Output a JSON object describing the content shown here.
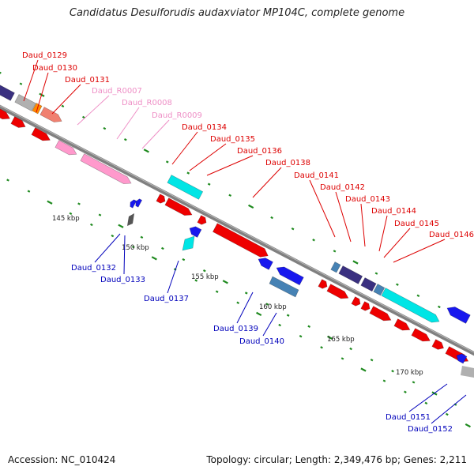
{
  "title": "Candidatus Desulforudis audaxviator MP104C, complete genome",
  "footer": {
    "accession": "Accession: NC_010424",
    "topology": "Topology: circular; Length: 2,349,476 bp; Genes: 2,211"
  },
  "colors": {
    "label_forward": "#dd0000",
    "label_reverse": "#0000bb",
    "label_rna": "#ee8fc6",
    "backbone": "#808080",
    "tick": "#1f8a1f",
    "gene_red": "#ee0000",
    "gene_blue": "#1818ee",
    "gene_cyan": "#00e5e5",
    "gene_pink": "#ff99cc",
    "gene_navy": "#3a3080",
    "gene_grey": "#b0b0b0",
    "gene_orange": "#ff8800",
    "gene_salmon": "#f08070",
    "gene_steel": "#4682b4",
    "gene_darkgrey": "#555555"
  },
  "kbp_labels": [
    "145 kbp",
    "150 kbp",
    "155 kbp",
    "160 kbp",
    "165 kbp",
    "170 kbp"
  ],
  "gene_labels": {
    "forward": [
      "Daud_0129",
      "Daud_0130",
      "Daud_0131",
      "Daud_0134",
      "Daud_0135",
      "Daud_0136",
      "Daud_0138",
      "Daud_0141",
      "Daud_0142",
      "Daud_0143",
      "Daud_0144",
      "Daud_0145",
      "Daud_0146"
    ],
    "rna": [
      "Daud_R0007",
      "Daud_R0008",
      "Daud_R0009"
    ],
    "reverse": [
      "Daud_0132",
      "Daud_0133",
      "Daud_0137",
      "Daud_0139",
      "Daud_0140",
      "Daud_0151",
      "Daud_0152"
    ]
  }
}
